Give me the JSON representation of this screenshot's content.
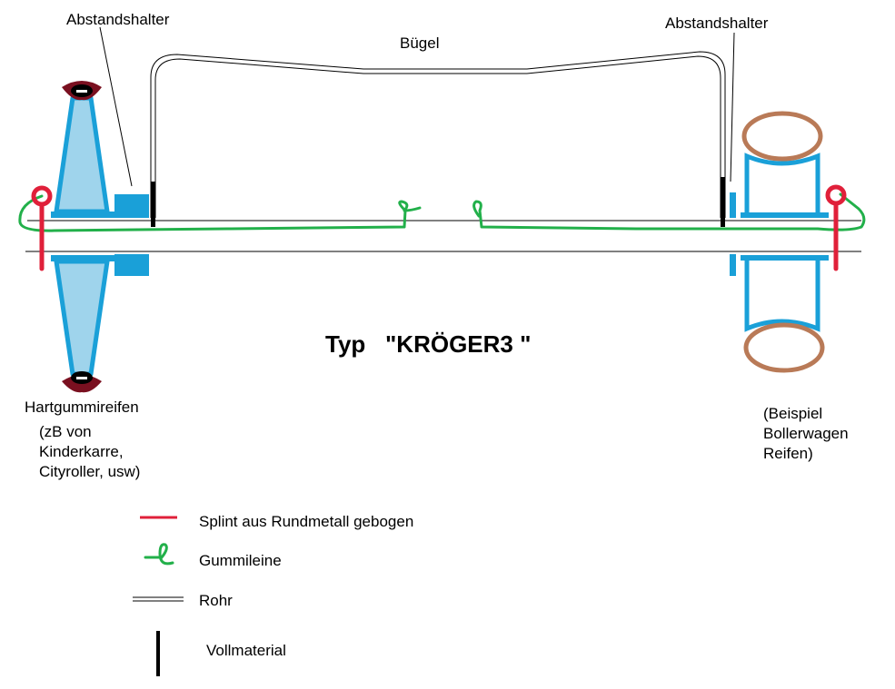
{
  "title": "Typ   \"KRÖGER3 \"",
  "labels": {
    "spacer_left": "Abstandshalter",
    "spacer_right": "Abstandshalter",
    "handle": "Bügel",
    "tire_left_title": "Hartgummireifen",
    "tire_left_note": "(zB von\nKinderkarre,\nCityroller, usw)",
    "tire_right_note": "(Beispiel\nBollerwagen\nReifen)"
  },
  "legend": [
    {
      "symbol": "red-line",
      "label": "Splint aus Rundmetall gebogen"
    },
    {
      "symbol": "green-cord",
      "label": "Gummileine"
    },
    {
      "symbol": "double-line",
      "label": "Rohr"
    },
    {
      "symbol": "black-bar",
      "label": "Vollmaterial"
    }
  ],
  "colors": {
    "pin_red": "#e0203a",
    "cord_green": "#22b04a",
    "tire_blue": "#9fd4ec",
    "hub_blue": "#1aa0d8",
    "tire_dark": "#7a1020",
    "balloon_brown": "#b97a57"
  }
}
